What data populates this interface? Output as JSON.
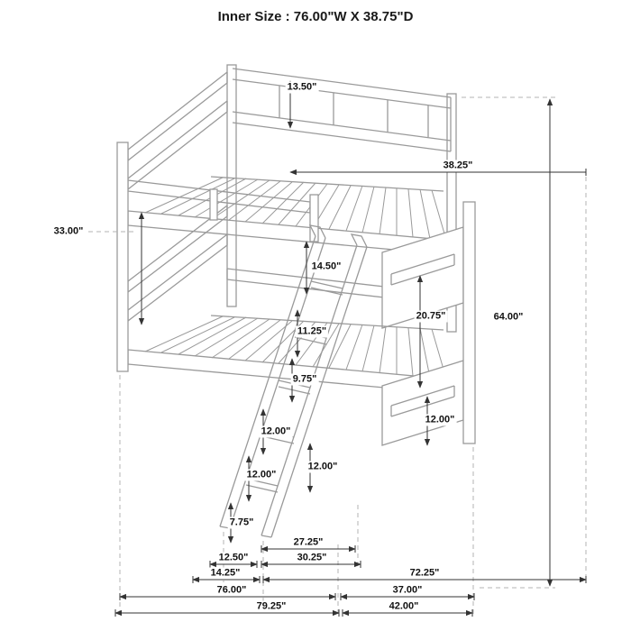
{
  "title": "Inner Size : 76.00\"W X 38.75\"D",
  "dims": {
    "d13_50": "13.50\"",
    "d38_25": "38.25\"",
    "d33_00": "33.00\"",
    "d14_50": "14.50\"",
    "d20_75": "20.75\"",
    "d64_00": "64.00\"",
    "d11_25": "11.25\"",
    "d9_75": "9.75\"",
    "d12_00_a": "12.00\"",
    "d12_00_b": "12.00\"",
    "d12_00_c": "12.00\"",
    "d12_00_d": "12.00\"",
    "d7_75": "7.75\"",
    "d27_25": "27.25\"",
    "d12_50": "12.50\"",
    "d30_25": "30.25\"",
    "d14_25": "14.25\"",
    "d72_25": "72.25\"",
    "d76_00": "76.00\"",
    "d37_00": "37.00\"",
    "d79_25": "79.25\"",
    "d42_00": "42.00\""
  },
  "colors": {
    "frame_line": "#9a9a9a",
    "dimension_line": "#333333",
    "extension_line": "#b3b3b3",
    "background": "#ffffff"
  }
}
